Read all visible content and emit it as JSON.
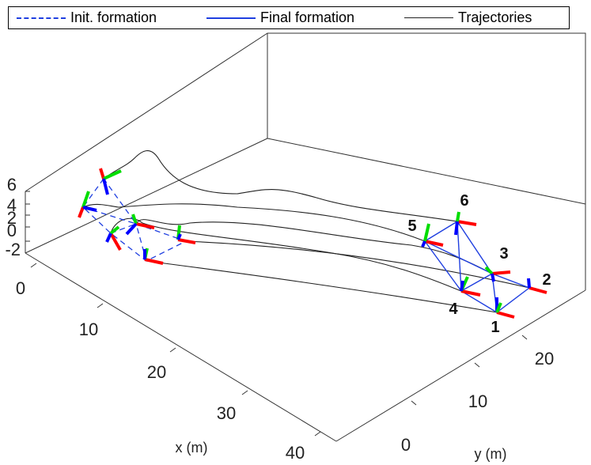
{
  "chart_data": {
    "type": "3d-line",
    "legend": {
      "position": "top",
      "entries": [
        {
          "label": "Init. formation",
          "style": "dashed",
          "color": "#1f3fe0"
        },
        {
          "label": "Final formation",
          "style": "solid",
          "color": "#1f3fe0"
        },
        {
          "label": "Trajectories",
          "style": "solid",
          "color": "#222222"
        }
      ]
    },
    "xlabel": "x (m)",
    "ylabel": "y (m)",
    "zlabel": "",
    "x_ticks": [
      "0",
      "10",
      "20",
      "30",
      "40"
    ],
    "y_ticks": [
      "0",
      "10",
      "20"
    ],
    "z_ticks": [
      "6",
      "4",
      "2",
      "0",
      "-2"
    ],
    "xlim": [
      0,
      45
    ],
    "ylim": [
      -5,
      30
    ],
    "zlim": [
      -3,
      7
    ],
    "grid": false,
    "robot_labels": [
      "1",
      "2",
      "3",
      "4",
      "5",
      "6"
    ],
    "colors": {
      "formation": "#1f3fe0",
      "trajectory": "#222222",
      "axis_x": "#ff0000",
      "axis_y": "#00dd00",
      "axis_z": "#0000ff"
    }
  }
}
